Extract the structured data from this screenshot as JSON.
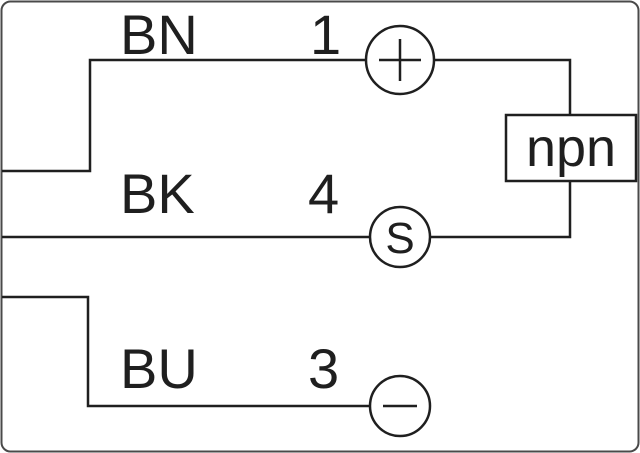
{
  "diagram": {
    "device": "npn",
    "wires": [
      {
        "label": "BN",
        "pin": "1",
        "terminal": "plus"
      },
      {
        "label": "BK",
        "pin": "4",
        "terminal": "signal"
      },
      {
        "label": "BU",
        "pin": "3",
        "terminal": "minus"
      }
    ],
    "terminals": {
      "plus": "+",
      "signal": "S",
      "minus": "−"
    },
    "colors": {
      "line": "#1f1f1f",
      "border": "#4a4a4a",
      "background": "#ffffff"
    }
  }
}
